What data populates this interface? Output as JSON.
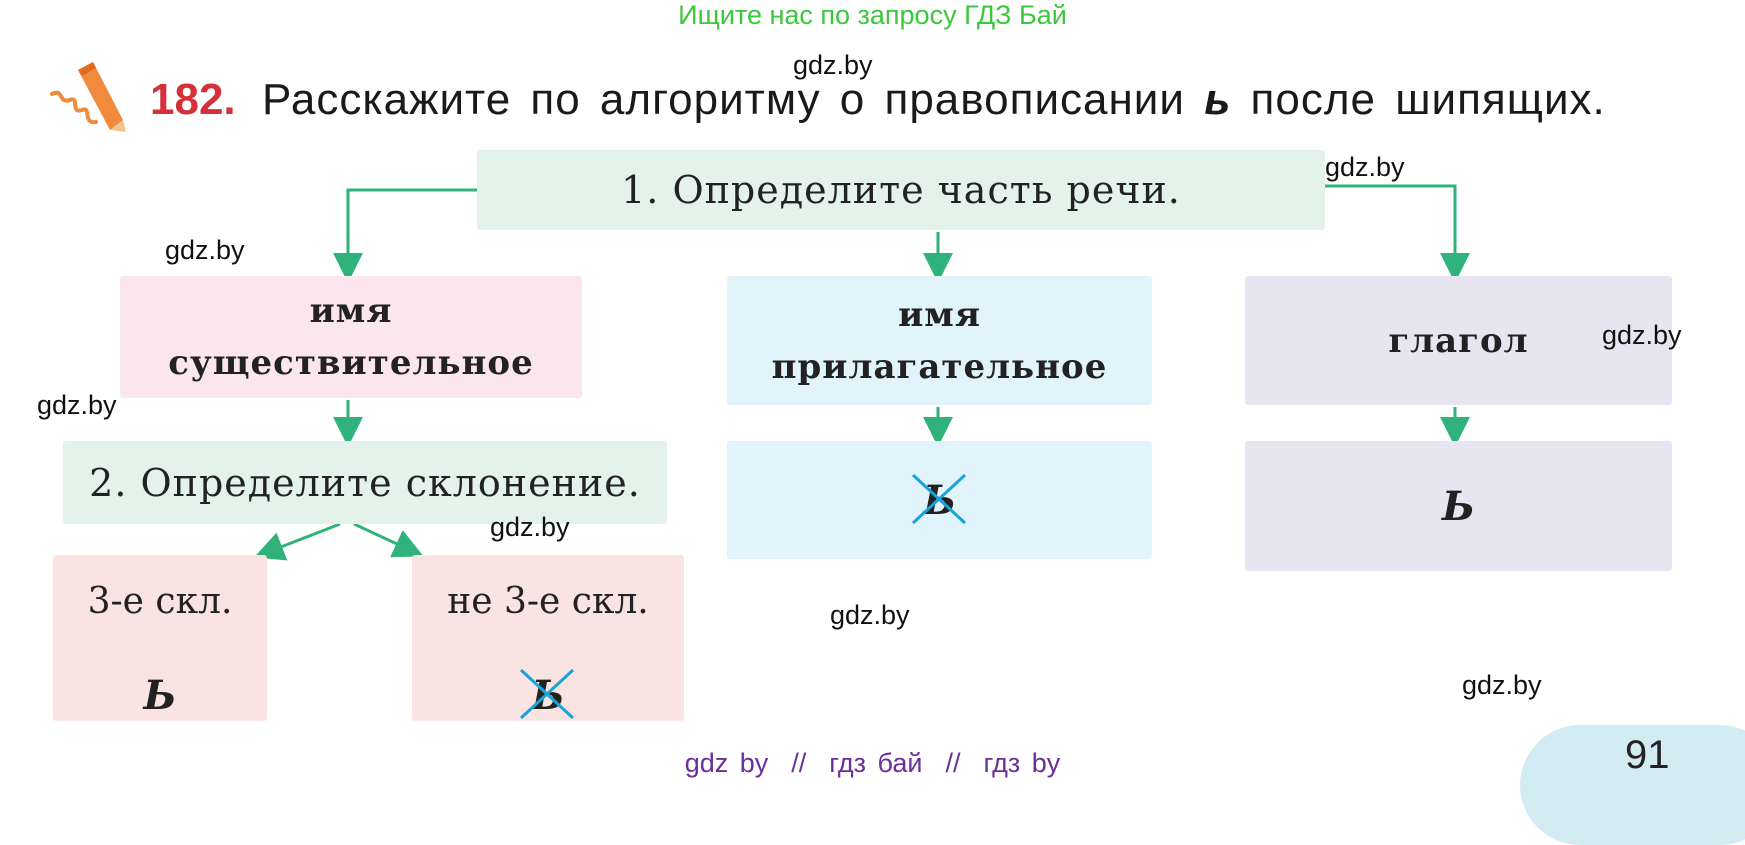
{
  "promo": "Ищите нас по запросу ГДЗ Бай",
  "exercise": {
    "number": "182.",
    "text_before": "Расскажите по алгоритму о правописании",
    "letter": "ь",
    "text_after": "после шипящих."
  },
  "diagram": {
    "step1": "1. Определите часть речи.",
    "noun_line1": "имя",
    "noun_line2": "существительное",
    "adj_line1": "имя",
    "adj_line2": "прилагательное",
    "verb": "глагол",
    "step2": "2. Определите склонение.",
    "decl3": "3-е скл.",
    "not_decl3": "не 3-е скл.",
    "soft_sign": "Ь"
  },
  "watermark": "gdz.by",
  "footer": "gdz by  //  гдз бай  //  гдз by",
  "page_number": "91",
  "colors": {
    "arrow": "#2fb37a",
    "cross": "#1aa3d9",
    "exercise_number": "#d6303a",
    "promo": "#3cc83c",
    "footer": "#6a2f9a"
  }
}
